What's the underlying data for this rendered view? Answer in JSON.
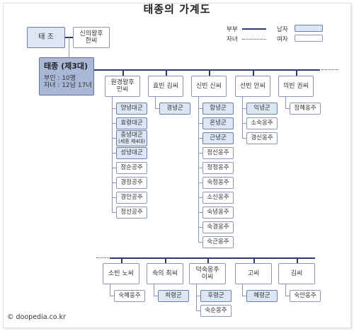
{
  "title": "태종의 가계도",
  "legend": {
    "couple": "부부",
    "children": "자녀",
    "male": "남자",
    "female": "여자"
  },
  "father": "태 조",
  "mother": [
    "신의왕후",
    "한씨"
  ],
  "king": {
    "name": "태종 (제3대)",
    "wives": "부인 : 10명",
    "kids": "자녀 : 12남 17녀"
  },
  "wives_top": [
    {
      "name": [
        "원경왕후",
        "민씨"
      ],
      "children": [
        {
          "n": "양녕대군",
          "g": "m"
        },
        {
          "n": "효령대군",
          "g": "m"
        },
        {
          "n": "충녕대군",
          "sub": "(세종 제4대)",
          "g": "m"
        },
        {
          "n": "성녕대군",
          "g": "m"
        },
        {
          "n": "정순공주",
          "g": "f"
        },
        {
          "n": "경정공주",
          "g": "f"
        },
        {
          "n": "경안공주",
          "g": "f"
        },
        {
          "n": "정선공주",
          "g": "f"
        }
      ]
    },
    {
      "name": [
        "효빈 김씨"
      ],
      "children": [
        {
          "n": "경녕군",
          "g": "m"
        }
      ]
    },
    {
      "name": [
        "신빈 신씨"
      ],
      "children": [
        {
          "n": "함녕군",
          "g": "m"
        },
        {
          "n": "온녕군",
          "g": "m"
        },
        {
          "n": "근녕군",
          "g": "m"
        },
        {
          "n": "정신옹주",
          "g": "f"
        },
        {
          "n": "정정옹주",
          "g": "f"
        },
        {
          "n": "숙정옹주",
          "g": "f"
        },
        {
          "n": "소신옹주",
          "g": "f"
        },
        {
          "n": "숙녕옹주",
          "g": "f"
        },
        {
          "n": "숙경옹주",
          "g": "f"
        },
        {
          "n": "숙근옹주",
          "g": "f"
        }
      ]
    },
    {
      "name": [
        "선빈 안씨"
      ],
      "children": [
        {
          "n": "익녕군",
          "g": "m"
        },
        {
          "n": "소숙옹주",
          "g": "f"
        },
        {
          "n": "경신옹주",
          "g": "f"
        }
      ]
    },
    {
      "name": [
        "의빈 권씨"
      ],
      "children": [
        {
          "n": "정혜옹주",
          "g": "f"
        }
      ]
    }
  ],
  "wives_bottom": [
    {
      "name": [
        "소빈 노씨"
      ],
      "children": [
        {
          "n": "숙혜옹주",
          "g": "f"
        }
      ]
    },
    {
      "name": [
        "숙의 최씨"
      ],
      "children": [
        {
          "n": "희령군",
          "g": "m"
        }
      ]
    },
    {
      "name": [
        "덕숙옹주",
        "이씨"
      ],
      "children": [
        {
          "n": "후령군",
          "g": "m"
        },
        {
          "n": "숙순옹주",
          "g": "f"
        }
      ]
    },
    {
      "name": [
        "고씨"
      ],
      "children": [
        {
          "n": "혜령군",
          "g": "m"
        }
      ]
    },
    {
      "name": [
        "김씨"
      ],
      "children": [
        {
          "n": "숙안옹주",
          "g": "f"
        }
      ]
    }
  ],
  "copyright": "© doopedia.co.kr",
  "colors": {
    "couple_line": "#2c3a6b",
    "male_fill": "#dde6f4",
    "king_fill": "#a9b8d6"
  }
}
